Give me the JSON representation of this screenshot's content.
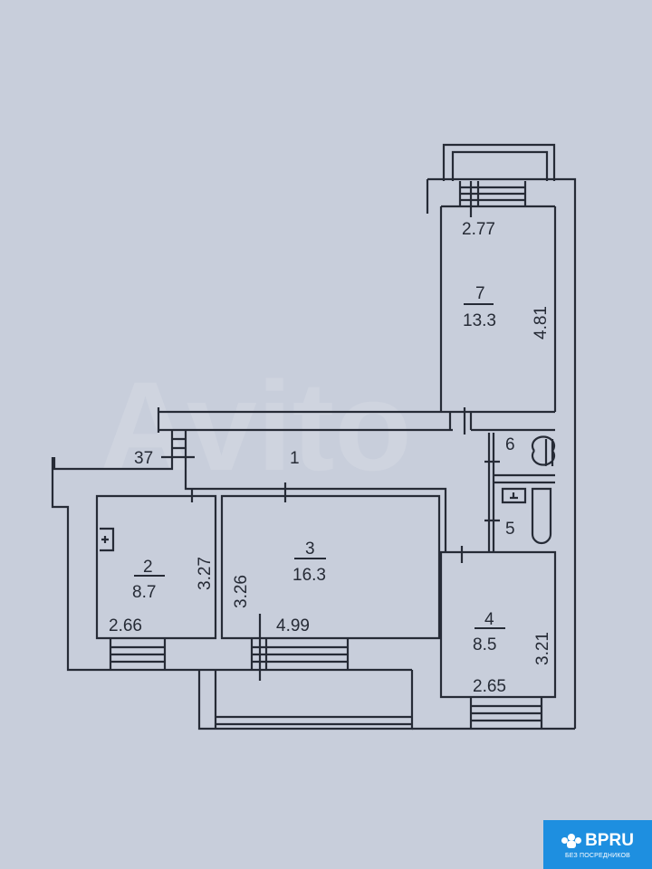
{
  "rooms": [
    {
      "number": "1",
      "area": ""
    },
    {
      "number": "2",
      "area": "8.7"
    },
    {
      "number": "3",
      "area": "16.3"
    },
    {
      "number": "4",
      "area": "8.5"
    },
    {
      "number": "5",
      "area": ""
    },
    {
      "number": "6",
      "area": ""
    },
    {
      "number": "7",
      "area": "13.3"
    }
  ],
  "dimensions": {
    "room7_width": "2.77",
    "room7_length": "4.81",
    "room2_width": "2.66",
    "room2_length": "3.27",
    "room3_width": "4.99",
    "room3_length": "3.26",
    "room4_width": "2.65",
    "room4_length": "3.21",
    "entrance": "37"
  },
  "watermark": "Avito",
  "logo": {
    "name": "BPRU",
    "tagline": "БЕЗ ПОСРЕДНИКОВ"
  }
}
